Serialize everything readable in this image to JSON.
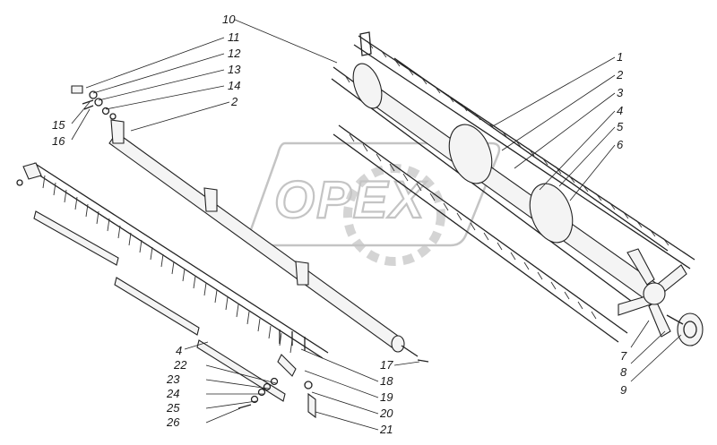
{
  "watermark": {
    "text": "OPEX"
  },
  "callouts": [
    {
      "id": "c10",
      "label": "10"
    },
    {
      "id": "c11",
      "label": "11"
    },
    {
      "id": "c12",
      "label": "12"
    },
    {
      "id": "c13",
      "label": "13"
    },
    {
      "id": "c14",
      "label": "14"
    },
    {
      "id": "c15",
      "label": "15"
    },
    {
      "id": "c16",
      "label": "16"
    },
    {
      "id": "c2a",
      "label": "2"
    },
    {
      "id": "c1",
      "label": "1"
    },
    {
      "id": "c2b",
      "label": "2"
    },
    {
      "id": "c3",
      "label": "3"
    },
    {
      "id": "c4a",
      "label": "4"
    },
    {
      "id": "c5",
      "label": "5"
    },
    {
      "id": "c6",
      "label": "6"
    },
    {
      "id": "c7",
      "label": "7"
    },
    {
      "id": "c8",
      "label": "8"
    },
    {
      "id": "c9",
      "label": "9"
    },
    {
      "id": "c4b",
      "label": "4"
    },
    {
      "id": "c17",
      "label": "17"
    },
    {
      "id": "c18",
      "label": "18"
    },
    {
      "id": "c19",
      "label": "19"
    },
    {
      "id": "c20",
      "label": "20"
    },
    {
      "id": "c21",
      "label": "21"
    },
    {
      "id": "c22",
      "label": "22"
    },
    {
      "id": "c23",
      "label": "23"
    },
    {
      "id": "c24",
      "label": "24"
    },
    {
      "id": "c25",
      "label": "25"
    },
    {
      "id": "c26",
      "label": "26"
    }
  ]
}
